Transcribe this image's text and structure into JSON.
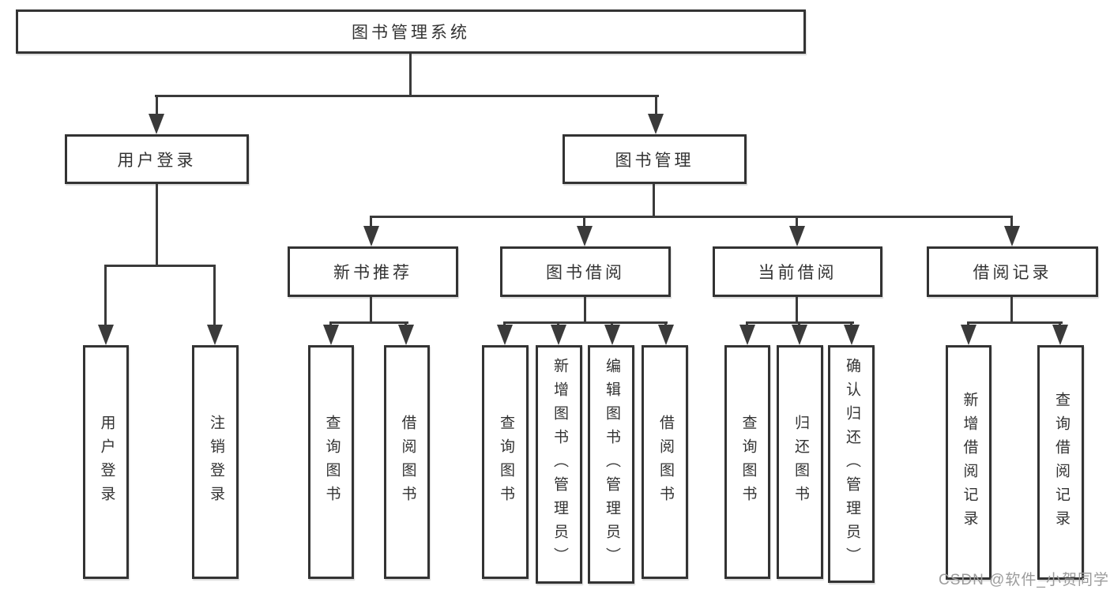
{
  "colors": {
    "line": "#3a3a3a",
    "box_border": "#333333",
    "text": "#333333",
    "watermark": "#9b9b9b",
    "background": "#ffffff"
  },
  "diagram": {
    "root": {
      "label": "图书管理系统"
    },
    "user_login": {
      "label": "用户登录",
      "children": [
        {
          "label": "用户登录"
        },
        {
          "label": "注销登录"
        }
      ]
    },
    "book_mgmt": {
      "label": "图书管理",
      "children": [
        {
          "label": "新书推荐",
          "children": [
            {
              "label": "查询图书"
            },
            {
              "label": "借阅图书"
            }
          ]
        },
        {
          "label": "图书借阅",
          "children": [
            {
              "label": "查询图书"
            },
            {
              "label": "新增图书（管理员）"
            },
            {
              "label": "编辑图书（管理员）"
            },
            {
              "label": "借阅图书"
            }
          ]
        },
        {
          "label": "当前借阅",
          "children": [
            {
              "label": "查询图书"
            },
            {
              "label": "归还图书"
            },
            {
              "label": "确认归还（管理员）"
            }
          ]
        },
        {
          "label": "借阅记录",
          "children": [
            {
              "label": "新增借阅记录"
            },
            {
              "label": "查询借阅记录"
            }
          ]
        }
      ]
    }
  },
  "watermark": {
    "text": "CSDN @软件_小贺同学"
  }
}
